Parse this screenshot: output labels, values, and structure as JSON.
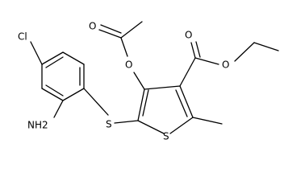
{
  "molecule": {
    "atoms": {
      "cl": "Cl",
      "nh2": "NH2",
      "s_thioether": "S",
      "s_ring": "S",
      "o_acetoxy": "O",
      "o_acetyl_carbonyl": "O",
      "o_ester_carbonyl": "O",
      "o_ester": "O"
    }
  }
}
